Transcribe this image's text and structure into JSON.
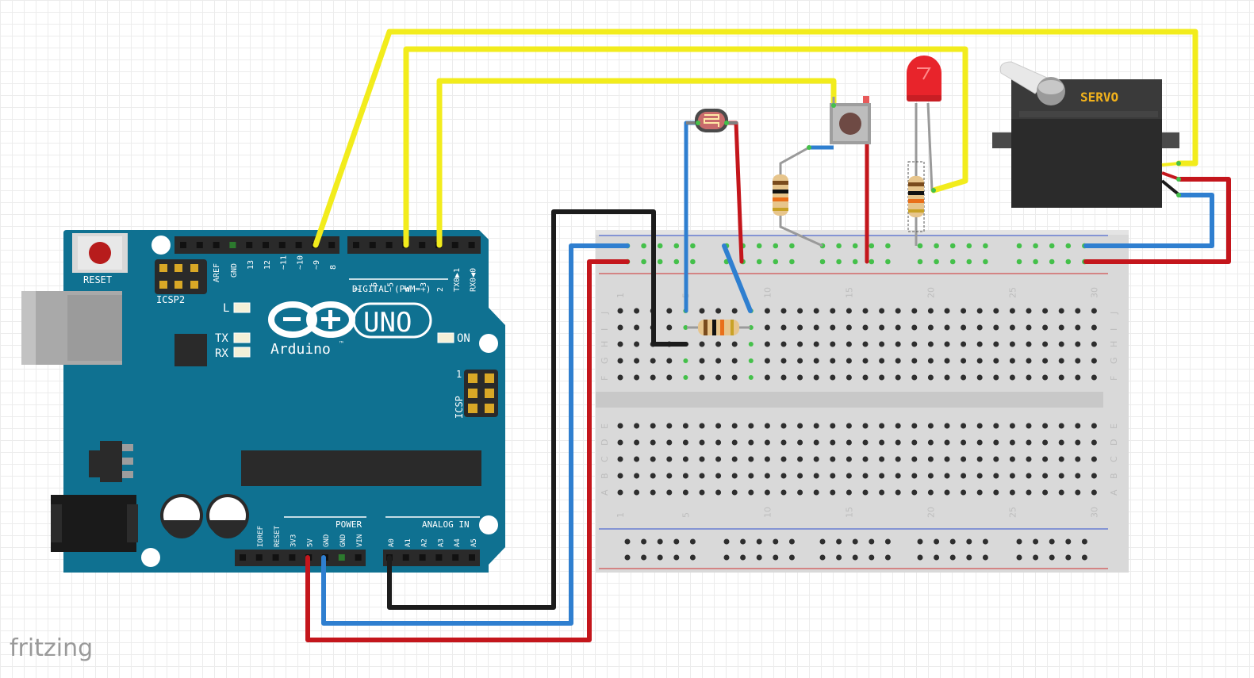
{
  "app": {
    "logo_text": "fritzing"
  },
  "arduino": {
    "reset_label": "RESET",
    "icsp2_label": "ICSP2",
    "icsp_label": "ICSP",
    "aref_label": "AREF",
    "gnd_label": "GND",
    "digital_pins_left": [
      "13",
      "12",
      "~11",
      "~10",
      "~9",
      "8"
    ],
    "digital_pins_right": [
      "7",
      "~6",
      "~5",
      "4",
      "~3",
      "2",
      "TX0▶1",
      "RX0◀0"
    ],
    "digital_label": "DIGITAL (PWM=~)",
    "led_l_label": "L",
    "tx_label": "TX",
    "rx_label": "RX",
    "on_label": "ON",
    "brand_label": "Arduino",
    "trademark": "™",
    "model_label": "UNO",
    "icsp_pin1": "1",
    "power_label": "POWER",
    "analog_label": "ANALOG IN",
    "power_pins": [
      "IOREF",
      "RESET",
      "3V3",
      "5V",
      "GND",
      "GND",
      "VIN"
    ],
    "analog_pins": [
      "A0",
      "A1",
      "A2",
      "A3",
      "A4",
      "A5"
    ]
  },
  "breadboard": {
    "row_letters_top": [
      "J",
      "I",
      "H",
      "G",
      "F"
    ],
    "row_letters_bottom": [
      "E",
      "D",
      "C",
      "B",
      "A"
    ],
    "column_numbers": [
      "1",
      "5",
      "10",
      "15",
      "20",
      "25",
      "30"
    ]
  },
  "servo": {
    "label": "SERVO"
  },
  "colors": {
    "board": "#0f7191",
    "wire_yellow": "#f2ec1c",
    "wire_red": "#c4161c",
    "wire_blue": "#2f7fd0",
    "wire_black": "#1c1c1c",
    "led_red": "#e8242b",
    "pin_green": "#44c04a"
  }
}
